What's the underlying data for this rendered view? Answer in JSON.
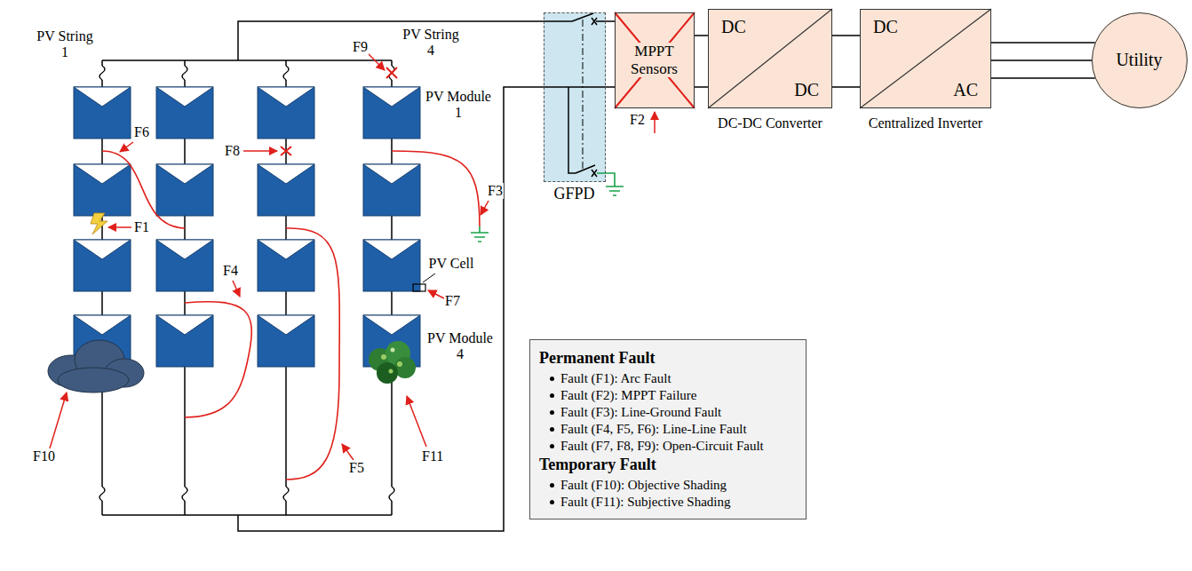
{
  "diagram": {
    "nodes": [
      {
        "text": [
          "GFPD"
        ]
      },
      {
        "text": [
          "MPPT Sensors"
        ]
      },
      {
        "text": [
          "DC",
          "DC"
        ]
      },
      {
        "text": [
          "DC",
          "AC"
        ]
      },
      {
        "text": [
          "Utility"
        ]
      }
    ],
    "edges": [
      {
        "from": 0,
        "to": 1,
        "arrow": "none"
      },
      {
        "from": 1,
        "to": 2,
        "arrow": "none"
      },
      {
        "from": 2,
        "to": 3,
        "arrow": "none"
      },
      {
        "from": 3,
        "to": 4,
        "arrow": "none"
      }
    ],
    "labels": [
      "PV String 1",
      "PV String 4",
      "PV Module 1",
      "PV Module 4",
      "PV Cell",
      "DC-DC Converter",
      "Centralized Inverter",
      "F1",
      "F2",
      "F3",
      "F4",
      "F5",
      "F6",
      "F7",
      "F8",
      "F9",
      "F10",
      "F11",
      "Permanent Fault",
      "Temporary Fault"
    ],
    "legend": [
      {
        "text": "Fault (F1): Arc Fault"
      },
      {
        "text": "Fault (F2): MPPT Failure"
      },
      {
        "text": "Fault (F3): Line-Ground Fault"
      },
      {
        "text": "Fault (F4, F5, F6): Line-Line Fault"
      },
      {
        "text": "Fault (F7, F8, F9): Open-Circuit Fault"
      },
      {
        "text": "Fault (F10): Objective Shading"
      },
      {
        "text": "Fault (F11): Subjective Shading"
      }
    ]
  }
}
